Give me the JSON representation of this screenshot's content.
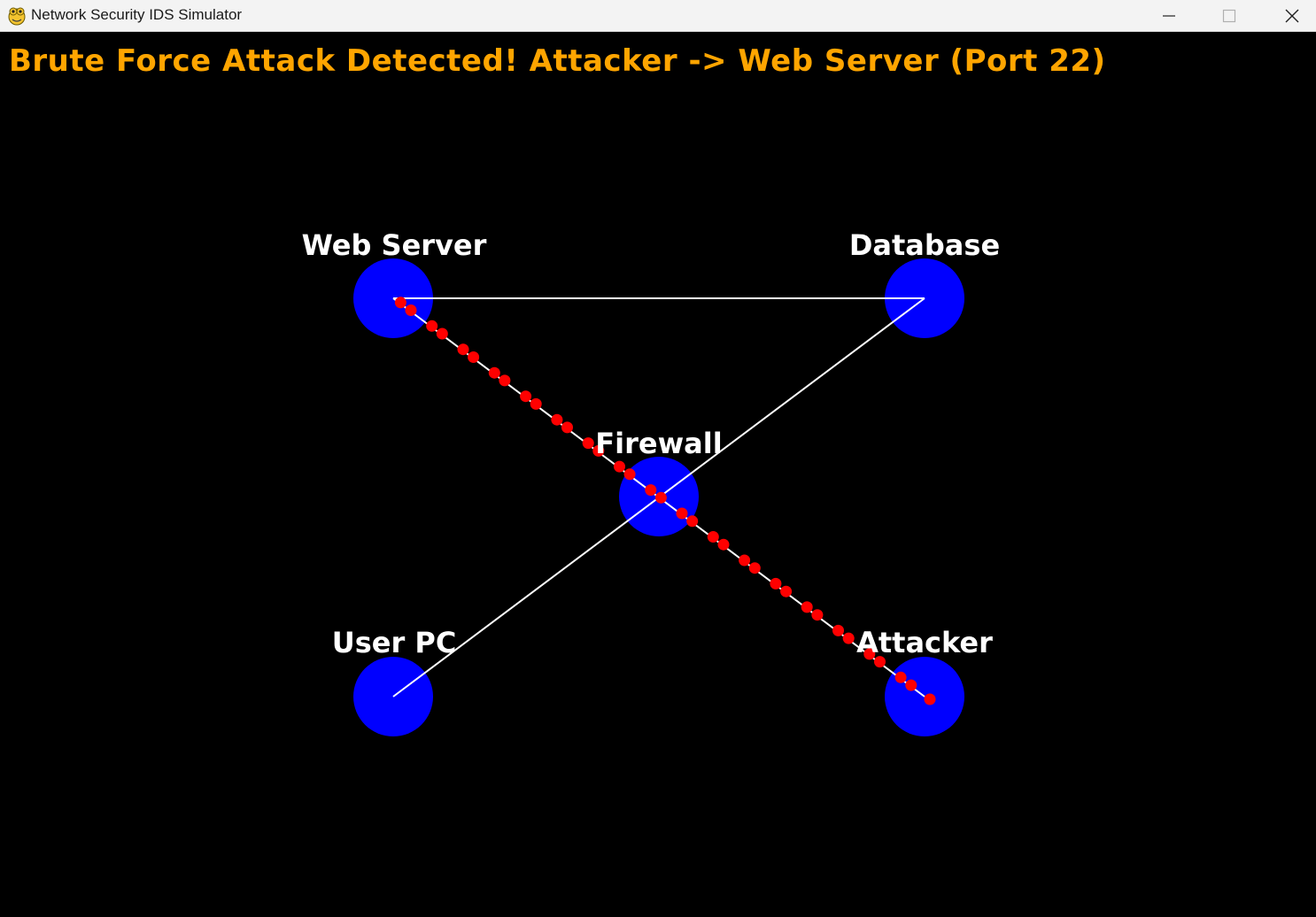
{
  "window": {
    "title": "Network Security IDS Simulator",
    "icon": "pygame-snake-icon",
    "controls": [
      "minimize-icon",
      "maximize-icon",
      "close-icon"
    ]
  },
  "alert": {
    "text": "Brute Force Attack Detected! Attacker -> Web Server (Port 22)",
    "color": "#ffa500"
  },
  "colors": {
    "node": "#0000ff",
    "link": "#ffffff",
    "packet": "#ff0000",
    "label": "#ffffff",
    "background": "#000000"
  },
  "nodes": [
    {
      "id": "web_server",
      "label": "Web Server"
    },
    {
      "id": "database",
      "label": "Database"
    },
    {
      "id": "firewall",
      "label": "Firewall"
    },
    {
      "id": "user_pc",
      "label": "User PC"
    },
    {
      "id": "attacker",
      "label": "Attacker"
    }
  ],
  "links": [
    {
      "from": "web_server",
      "to": "database"
    },
    {
      "from": "database",
      "to": "user_pc"
    },
    {
      "from": "attacker",
      "to": "web_server"
    }
  ],
  "attack_path": {
    "from": "attacker",
    "to": "web_server"
  }
}
